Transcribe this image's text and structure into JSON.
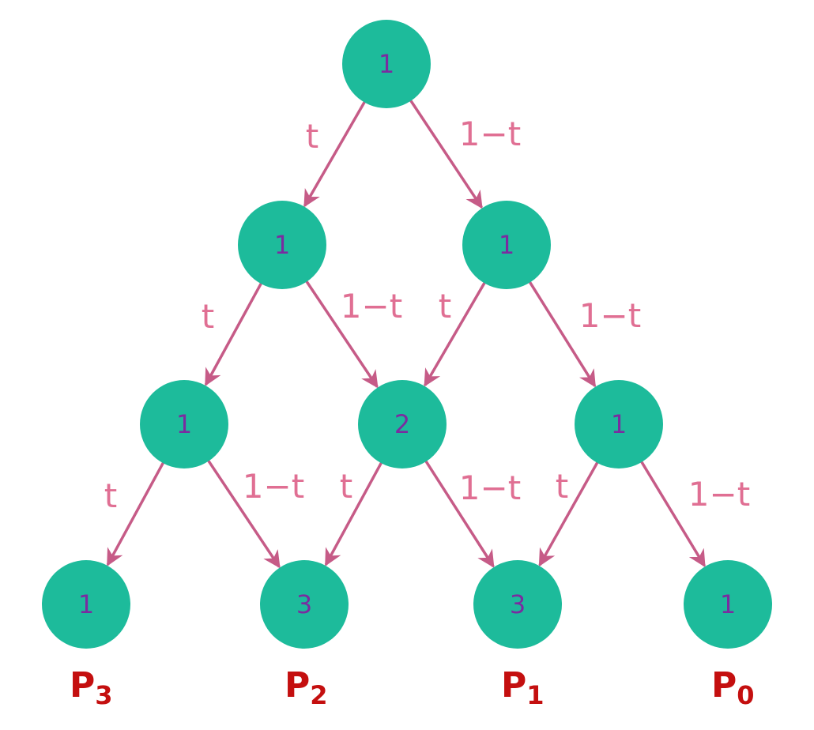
{
  "colors": {
    "node_fill": "#1dbb9b",
    "node_text": "#7a2ca0",
    "edge": "#c65b87",
    "edge_label": "#e06f93",
    "p_label": "#c40f0f"
  },
  "nodes": [
    {
      "id": "n00",
      "value": "1"
    },
    {
      "id": "n10",
      "value": "1"
    },
    {
      "id": "n11",
      "value": "1"
    },
    {
      "id": "n20",
      "value": "1"
    },
    {
      "id": "n21",
      "value": "2"
    },
    {
      "id": "n22",
      "value": "1"
    },
    {
      "id": "n30",
      "value": "1"
    },
    {
      "id": "n31",
      "value": "3"
    },
    {
      "id": "n32",
      "value": "3"
    },
    {
      "id": "n33",
      "value": "1"
    }
  ],
  "edges": [
    {
      "from": "n00",
      "to": "n10",
      "label": "t"
    },
    {
      "from": "n00",
      "to": "n11",
      "label": "1−t"
    },
    {
      "from": "n10",
      "to": "n20",
      "label": "t"
    },
    {
      "from": "n10",
      "to": "n21",
      "label": "1−t"
    },
    {
      "from": "n11",
      "to": "n21",
      "label": "t"
    },
    {
      "from": "n11",
      "to": "n22",
      "label": "1−t"
    },
    {
      "from": "n20",
      "to": "n30",
      "label": "t"
    },
    {
      "from": "n20",
      "to": "n31",
      "label": "1−t"
    },
    {
      "from": "n21",
      "to": "n31",
      "label": "t"
    },
    {
      "from": "n21",
      "to": "n32",
      "label": "1−t"
    },
    {
      "from": "n22",
      "to": "n32",
      "label": "t"
    },
    {
      "from": "n22",
      "to": "n33",
      "label": "1−t"
    }
  ],
  "bottom_labels": [
    {
      "base": "P",
      "sub": "3"
    },
    {
      "base": "P",
      "sub": "2"
    },
    {
      "base": "P",
      "sub": "1"
    },
    {
      "base": "P",
      "sub": "0"
    }
  ]
}
